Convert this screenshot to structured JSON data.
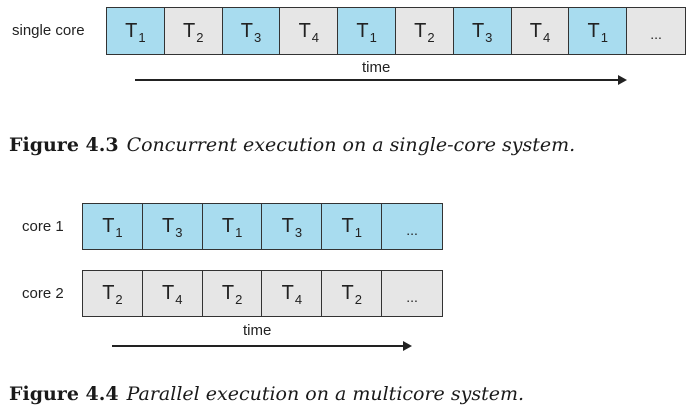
{
  "figure_3": {
    "row_label": "single core",
    "cells": [
      {
        "name": "T",
        "sub": "1",
        "color": "blue"
      },
      {
        "name": "T",
        "sub": "2",
        "color": "gray"
      },
      {
        "name": "T",
        "sub": "3",
        "color": "blue"
      },
      {
        "name": "T",
        "sub": "4",
        "color": "gray"
      },
      {
        "name": "T",
        "sub": "1",
        "color": "blue"
      },
      {
        "name": "T",
        "sub": "2",
        "color": "gray"
      },
      {
        "name": "T",
        "sub": "3",
        "color": "blue"
      },
      {
        "name": "T",
        "sub": "4",
        "color": "gray"
      },
      {
        "name": "T",
        "sub": "1",
        "color": "blue"
      },
      {
        "name": "...",
        "sub": "",
        "color": "gray"
      }
    ],
    "time_label": "time",
    "caption_number": "Figure 4.3",
    "caption_text": "Concurrent execution on a single-core system."
  },
  "figure_4": {
    "rows": [
      {
        "label": "core 1",
        "cells": [
          {
            "name": "T",
            "sub": "1",
            "color": "blue"
          },
          {
            "name": "T",
            "sub": "3",
            "color": "blue"
          },
          {
            "name": "T",
            "sub": "1",
            "color": "blue"
          },
          {
            "name": "T",
            "sub": "3",
            "color": "blue"
          },
          {
            "name": "T",
            "sub": "1",
            "color": "blue"
          },
          {
            "name": "...",
            "sub": "",
            "color": "blue"
          }
        ]
      },
      {
        "label": "core 2",
        "cells": [
          {
            "name": "T",
            "sub": "2",
            "color": "gray"
          },
          {
            "name": "T",
            "sub": "4",
            "color": "gray"
          },
          {
            "name": "T",
            "sub": "2",
            "color": "gray"
          },
          {
            "name": "T",
            "sub": "4",
            "color": "gray"
          },
          {
            "name": "T",
            "sub": "2",
            "color": "gray"
          },
          {
            "name": "...",
            "sub": "",
            "color": "gray"
          }
        ]
      }
    ],
    "time_label": "time",
    "caption_number": "Figure 4.4",
    "caption_text": "Parallel execution on a multicore system."
  },
  "colors": {
    "blue": "#a8dcef",
    "gray": "#e6e6e6"
  }
}
